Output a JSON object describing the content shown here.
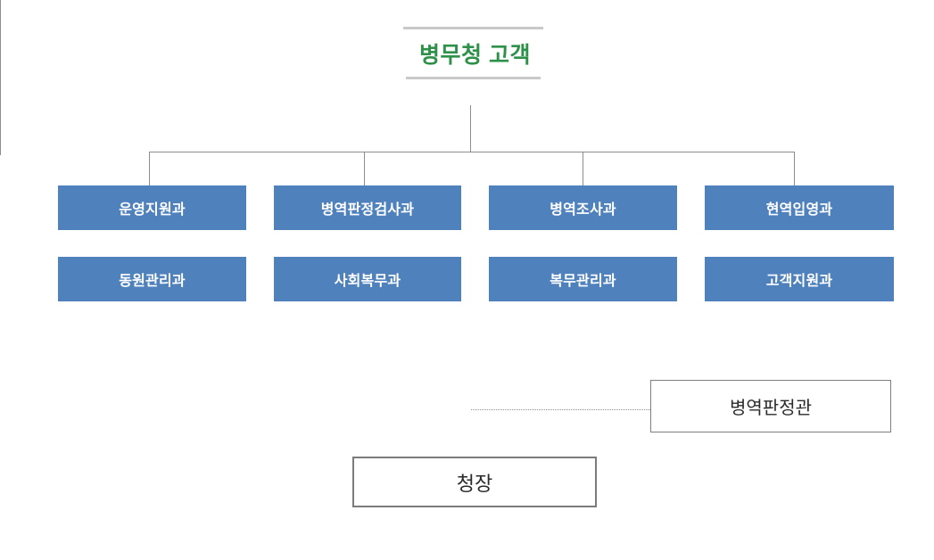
{
  "chart": {
    "type": "org-chart",
    "title": "병무청 고객",
    "title_color": "#2e9149",
    "box_color": "#4f81bd",
    "line_color": "#8a8f8c"
  },
  "header": {
    "title": "병무청 고객"
  },
  "departments": {
    "row1": [
      {
        "label": "운영지원과"
      },
      {
        "label": "병역판정검사과"
      },
      {
        "label": "병역조사과"
      },
      {
        "label": "현역입영과"
      }
    ],
    "row2": [
      {
        "label": "동원관리과"
      },
      {
        "label": "사회복무과"
      },
      {
        "label": "복무관리과"
      },
      {
        "label": "고객지원과"
      }
    ]
  },
  "leadership": {
    "judge": "병역판정관",
    "commissioner": "청장"
  }
}
